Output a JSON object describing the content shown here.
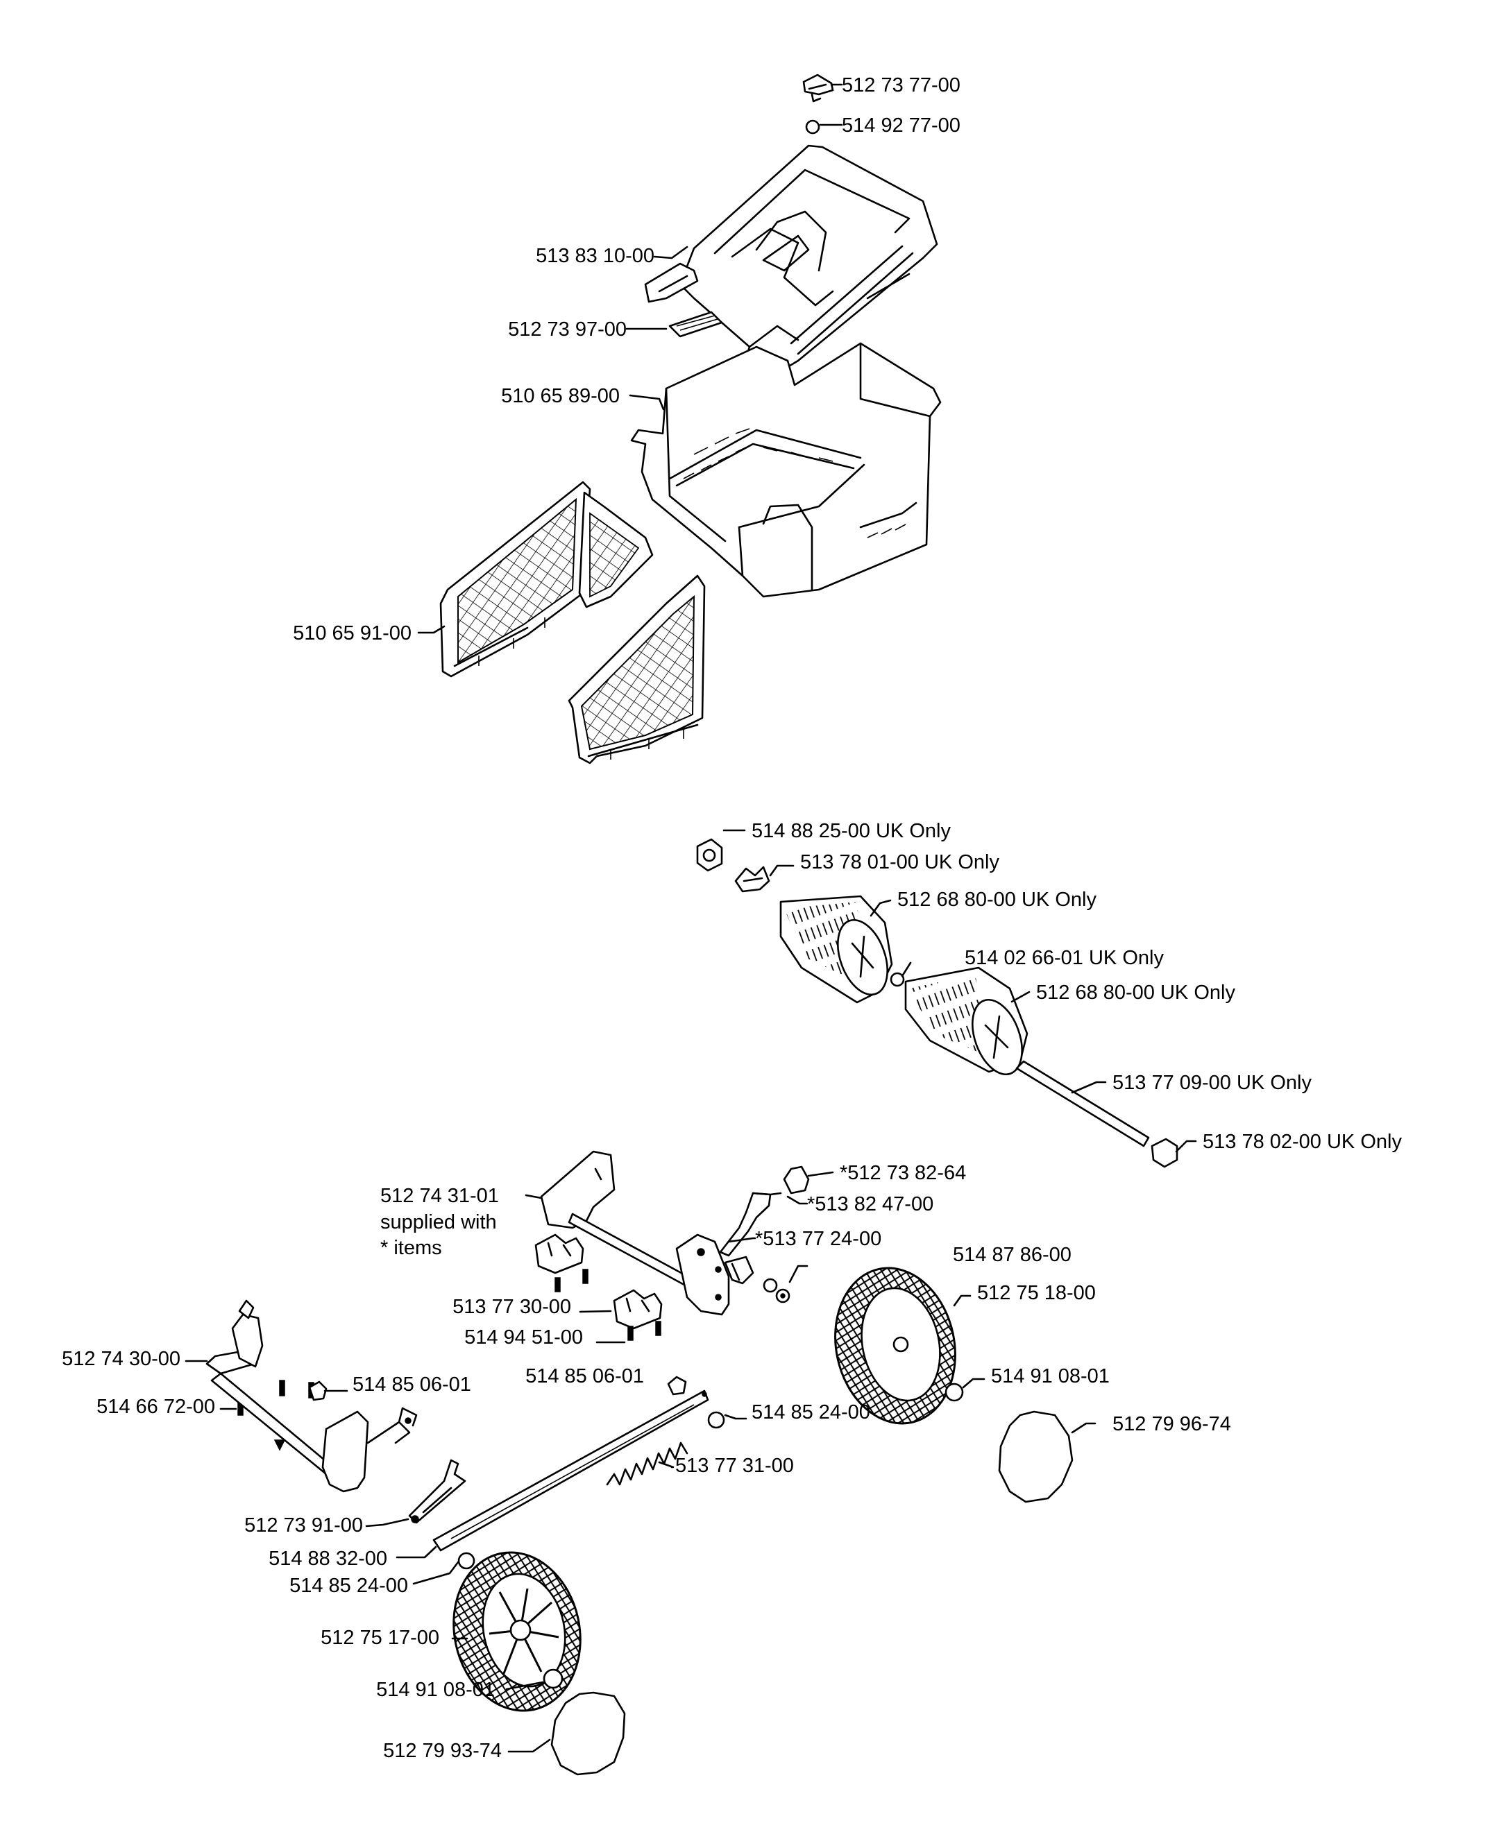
{
  "callouts": {
    "c01": "512 73 77-00",
    "c02": "514 92 77-00",
    "c03": "513 83 10-00",
    "c04": "512 73 97-00",
    "c05": "510 65 89-00",
    "c06": "510 65 91-00",
    "c07": "514 88 25-00 UK Only",
    "c08": "513 78 01-00 UK Only",
    "c09": "512 68 80-00 UK Only",
    "c10": "514 02 66-01 UK Only",
    "c11": "512 68 80-00 UK Only",
    "c12": "513 77 09-00 UK Only",
    "c13": "513 78 02-00 UK Only",
    "c14_line1": "512 74 31-01",
    "c14_line2": "supplied with",
    "c14_line3": "* items",
    "c15": "*512 73 82-64",
    "c16": "*513 82 47-00",
    "c17": "*513 77 24-00",
    "c18": "514 87 86-00",
    "c19": "512 75 18-00",
    "c20": "513 77 30-00",
    "c21": "514 94 51-00",
    "c22": "514 85 06-01",
    "c23": "514 91 08-01",
    "c24": "512 74 30-00",
    "c25": "514 85 06-01",
    "c26": "514 66 72-00",
    "c27": "514 85 24-00",
    "c28": "512 79 96-74",
    "c29": "513 77 31-00",
    "c30": "512 73 91-00",
    "c31": "514 88 32-00",
    "c32": "514 85 24-00",
    "c33": "512 75 17-00",
    "c34": "514 91 08-01",
    "c35": "512 79 93-74"
  }
}
